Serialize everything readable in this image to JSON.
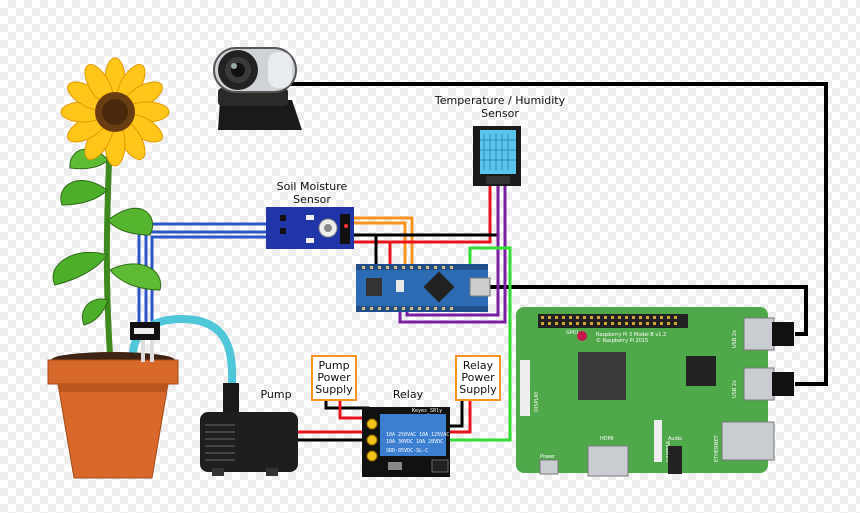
{
  "labels": {
    "temp_sensor": "Temperature / Humidity\nSensor",
    "soil_sensor": "Soil Moisture\nSensor",
    "pump": "Pump",
    "pump_power": "Pump\nPower\nSupply",
    "relay": "Relay",
    "relay_power": "Relay\nPower\nSupply"
  },
  "board_text": {
    "pi_model": "Raspberry Pi 3 Model B v1.2",
    "pi_copyright": "© Raspberry Pi 2015",
    "usb_a": "USB 2x",
    "usb_b": "USB 2x",
    "ethernet": "ETHERNET",
    "hdmi": "HDMI",
    "audio": "Audio",
    "power": "Power",
    "gpio": "GPIO",
    "relay_brand": "Keyes_SRly",
    "relay_model": "SRD-05VDC-SL-C",
    "relay_spec1": "10A 250VAC  10A 125VAC",
    "relay_spec2": "10A  30VDC  10A  28VDC",
    "camera": "CAMERA",
    "display": "DISPLAY"
  },
  "colors": {
    "wire_black": "#000000",
    "wire_red": "#e8141c",
    "wire_blue": "#2b57c8",
    "wire_orange": "#f7931e",
    "wire_green": "#33dd33",
    "wire_purple": "#7a1fa2",
    "tube": "#4fc7d9",
    "pi_green": "#4fa84a",
    "arduino_blue": "#2d6bb5",
    "label_border": "#f7931e"
  }
}
